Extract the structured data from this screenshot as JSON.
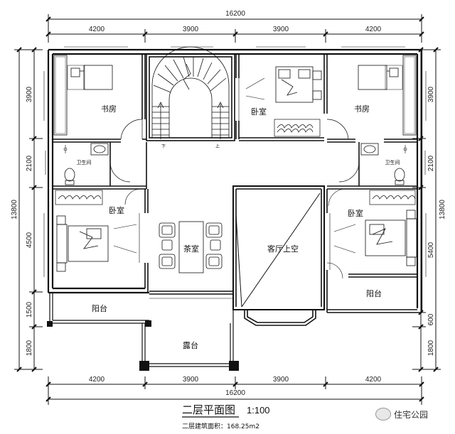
{
  "dimensions": {
    "top_total": "16200",
    "top_segments": [
      "4200",
      "3900",
      "3900",
      "4200"
    ],
    "bottom_total": "16200",
    "bottom_segments": [
      "4200",
      "3900",
      "3900",
      "4200"
    ],
    "left_total": "13800",
    "left_segments": [
      "3900",
      "2100",
      "4500",
      "1500",
      "1800"
    ],
    "right_total": "13800",
    "right_segments": [
      "3900",
      "2100",
      "5400",
      "600",
      "1800"
    ]
  },
  "rooms": {
    "study_left": "书房",
    "study_right": "书房",
    "bath_left": "卫生间",
    "bath_right": "卫生间",
    "bedroom_top": "卧室",
    "bedroom_left": "卧室",
    "bedroom_right": "卧室",
    "tea_room": "茶室",
    "living_void": "客厅上空",
    "balcony_left": "阳台",
    "balcony_right": "阳台",
    "terrace": "露台"
  },
  "stair_marks": {
    "down": "下",
    "up": "上"
  },
  "title": "二层平面图",
  "scale": "1:100",
  "area_label": "二层建筑面积：168.25m2",
  "watermark": "住宅公园",
  "icons": [
    "wechat-watermark-icon",
    "toilet-icon",
    "sink-icon",
    "bed-icon",
    "desk-icon",
    "chair-icon",
    "wardrobe-icon",
    "stair-icon"
  ]
}
